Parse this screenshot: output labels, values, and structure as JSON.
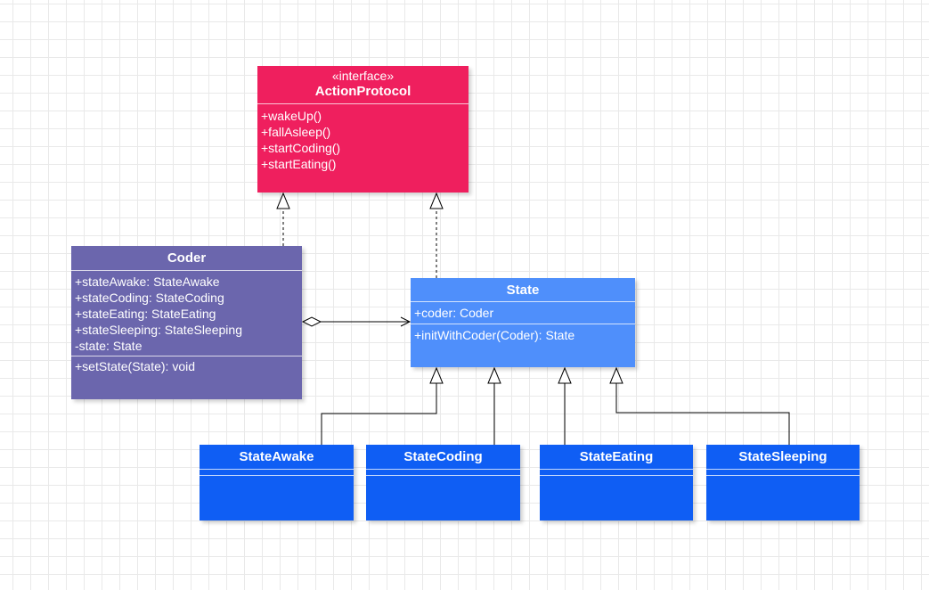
{
  "diagram": {
    "action_protocol": {
      "stereotype": "«interface»",
      "name": "ActionProtocol",
      "operations": [
        "+wakeUp()",
        "+fallAsleep()",
        "+startCoding()",
        "+startEating()"
      ],
      "color": "#ef1f5e"
    },
    "coder": {
      "name": "Coder",
      "attributes": [
        "+stateAwake: StateAwake",
        "+stateCoding: StateCoding",
        "+stateEating: StateEating",
        "+stateSleeping: StateSleeping",
        "-state: State"
      ],
      "operations": [
        "+setState(State): void"
      ],
      "color": "#6b66ad"
    },
    "state": {
      "name": "State",
      "attributes": [
        "+coder: Coder"
      ],
      "operations": [
        "+initWithCoder(Coder): State"
      ],
      "color": "#4f8ffb"
    },
    "subclasses": [
      {
        "name": "StateAwake"
      },
      {
        "name": "StateCoding"
      },
      {
        "name": "StateEating"
      },
      {
        "name": "StateSleeping"
      }
    ],
    "subclass_color": "#0f5ef4",
    "relationships": [
      {
        "from": "Coder",
        "to": "ActionProtocol",
        "kind": "realization"
      },
      {
        "from": "State",
        "to": "ActionProtocol",
        "kind": "realization"
      },
      {
        "from": "Coder",
        "to": "State",
        "kind": "aggregation"
      },
      {
        "from": "StateAwake",
        "to": "State",
        "kind": "generalization"
      },
      {
        "from": "StateCoding",
        "to": "State",
        "kind": "generalization"
      },
      {
        "from": "StateEating",
        "to": "State",
        "kind": "generalization"
      },
      {
        "from": "StateSleeping",
        "to": "State",
        "kind": "generalization"
      }
    ]
  }
}
